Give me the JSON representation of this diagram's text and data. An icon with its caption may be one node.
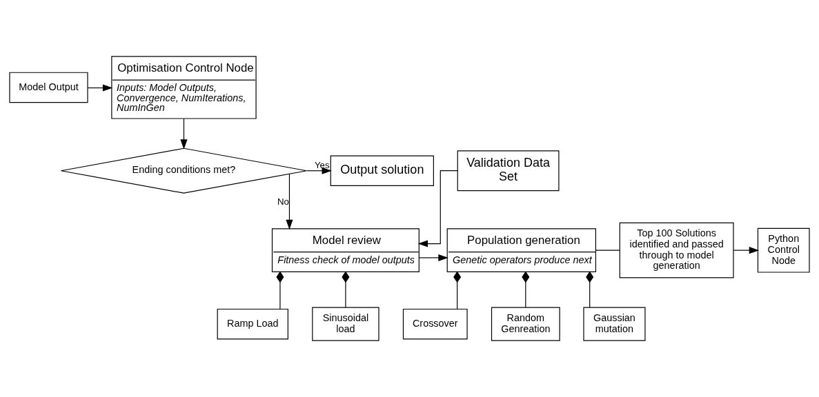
{
  "diagram": {
    "nodes": [
      {
        "text": [
          "Model Output"
        ]
      },
      {
        "text": [
          "Optimisation Control Node",
          "Inputs: Model Outputs, Convergence, NumIterations, NumInGen"
        ]
      },
      {
        "text": [
          "Ending conditions met?"
        ]
      },
      {
        "text": [
          "Output solution"
        ]
      },
      {
        "text": [
          "Validation Data Set"
        ]
      },
      {
        "text": [
          "Model review",
          "Fitness check of model outputs"
        ]
      },
      {
        "text": [
          "Population generation",
          "Genetic operators produce next"
        ]
      },
      {
        "text": [
          "Top 100 Solutions identified and passed through to model generation"
        ]
      },
      {
        "text": [
          "Python Control Node"
        ]
      },
      {
        "text": [
          "Ramp Load"
        ]
      },
      {
        "text": [
          "Sinusoidal load"
        ]
      },
      {
        "text": [
          "Crossover"
        ]
      },
      {
        "text": [
          "Random Genreation"
        ]
      },
      {
        "text": [
          "Gaussian mutation"
        ]
      }
    ],
    "edges": [
      {
        "from": 0,
        "to": 1,
        "arrow": "to"
      },
      {
        "from": 1,
        "to": 2,
        "arrow": "to"
      },
      {
        "from": 2,
        "to": 3,
        "arrow": "to",
        "label": "Yes"
      },
      {
        "from": 2,
        "to": 5,
        "arrow": "to",
        "label": "No"
      },
      {
        "from": 4,
        "to": 5,
        "arrow": "to"
      },
      {
        "from": 5,
        "to": 6,
        "arrow": "to"
      },
      {
        "from": 6,
        "to": 7,
        "arrow": "none"
      },
      {
        "from": 7,
        "to": 8,
        "arrow": "to"
      },
      {
        "from": 5,
        "to": 9,
        "arrow": "other"
      },
      {
        "from": 5,
        "to": 10,
        "arrow": "other"
      },
      {
        "from": 6,
        "to": 11,
        "arrow": "other"
      },
      {
        "from": 6,
        "to": 12,
        "arrow": "other"
      },
      {
        "from": 6,
        "to": 13,
        "arrow": "other"
      }
    ]
  }
}
